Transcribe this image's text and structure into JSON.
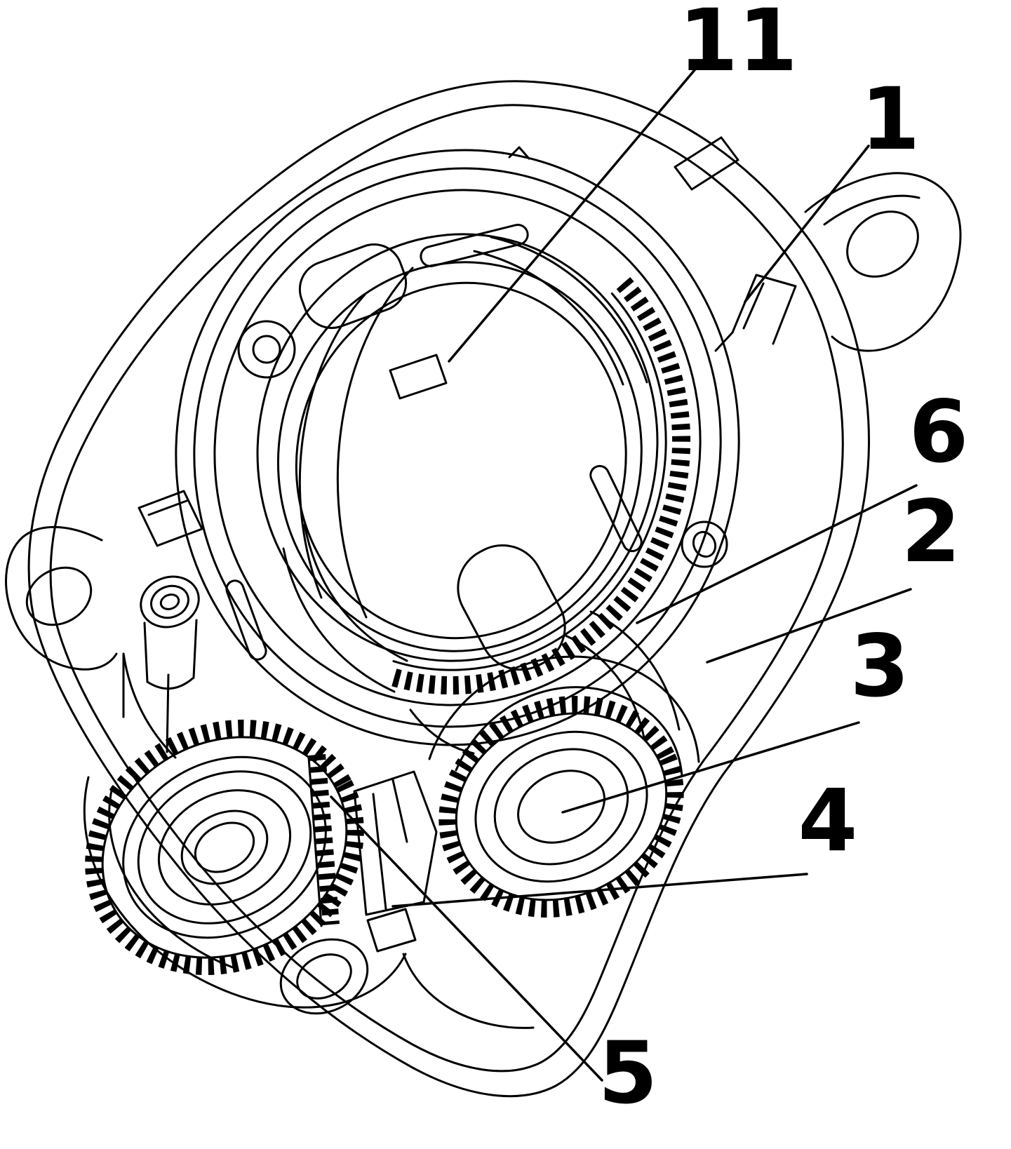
{
  "figure": {
    "type": "patent_line_drawing",
    "colors": {
      "line": "#000000",
      "background": "#ffffff"
    },
    "reference_labels": [
      {
        "text": "11"
      },
      {
        "text": "1"
      },
      {
        "text": "6"
      },
      {
        "text": "2"
      },
      {
        "text": "3"
      },
      {
        "text": "4"
      },
      {
        "text": "5"
      }
    ]
  }
}
